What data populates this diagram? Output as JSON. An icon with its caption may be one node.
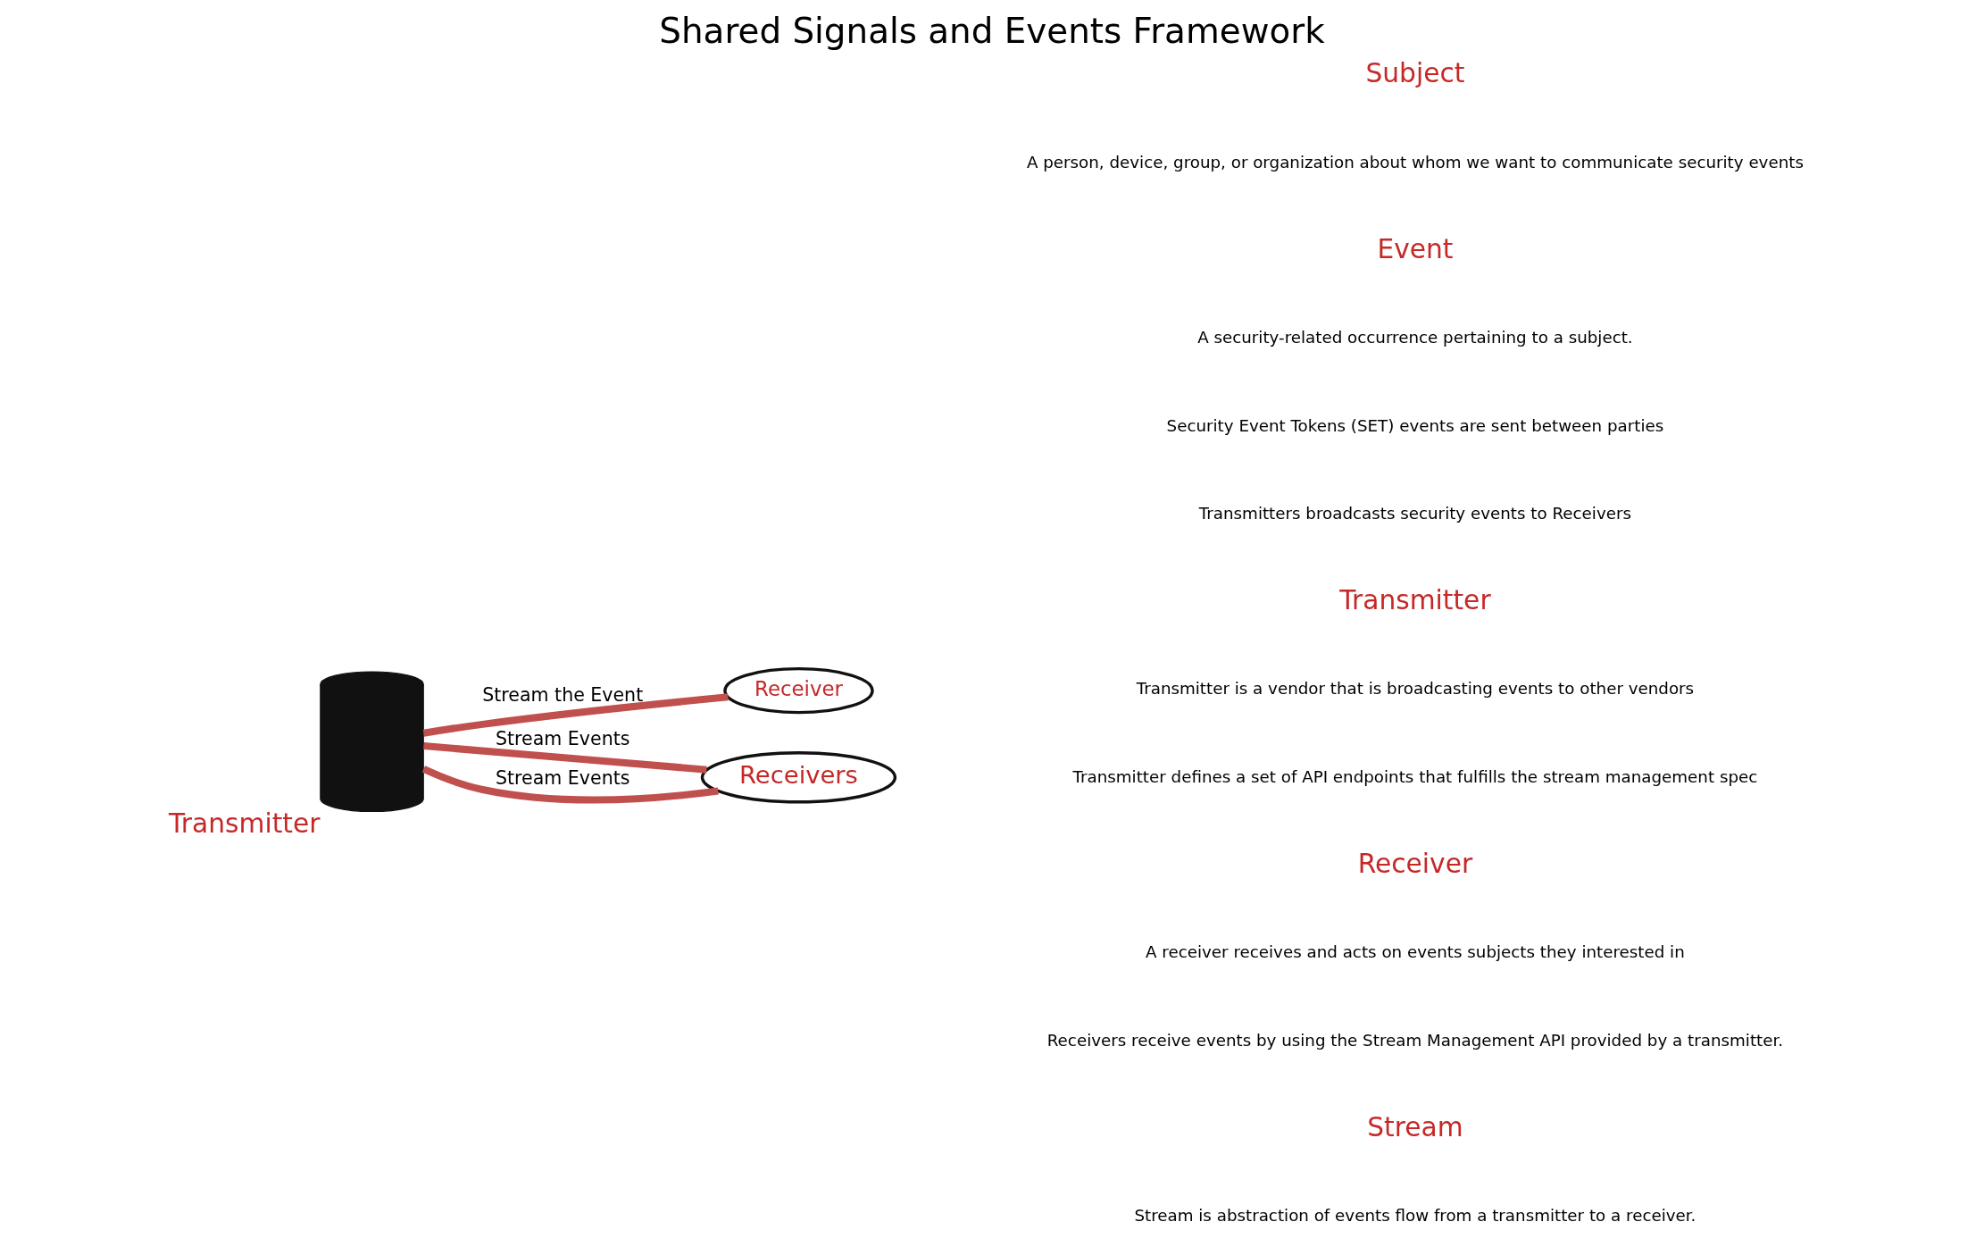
{
  "diagram": {
    "title": "Shared Signals and Events Framework",
    "nodes": [
      {
        "text": [
          "Transmitter"
        ]
      },
      {
        "text": [
          "Receiver"
        ]
      },
      {
        "text": [
          "Receivers"
        ]
      }
    ],
    "edges": [
      {
        "from": 0,
        "to": 1,
        "arrow": "none",
        "label": "Stream the Event"
      },
      {
        "from": 0,
        "to": 2,
        "arrow": "none",
        "label": "Stream Events"
      },
      {
        "from": 0,
        "to": 2,
        "arrow": "none",
        "label": "Stream Events"
      }
    ],
    "labels": [
      "Subject",
      "A person, device, group, or organization about whom we want to communicate security events",
      "Event",
      "A security-related occurrence pertaining to a subject.",
      "Security Event Tokens (SET) events are sent between parties",
      "Transmitters broadcasts security events to Receivers",
      "Transmitter",
      "Transmitter is a vendor that is broadcasting events to other vendors",
      "Transmitter defines a set of API endpoints that fulfills the stream management spec",
      "Receiver",
      "A receiver receives and acts on events subjects they interested in",
      "Receivers receive events by using the Stream Management API provided by a transmitter.",
      "Stream",
      "Stream is abstraction of events flow from a transmitter to a receiver."
    ]
  }
}
